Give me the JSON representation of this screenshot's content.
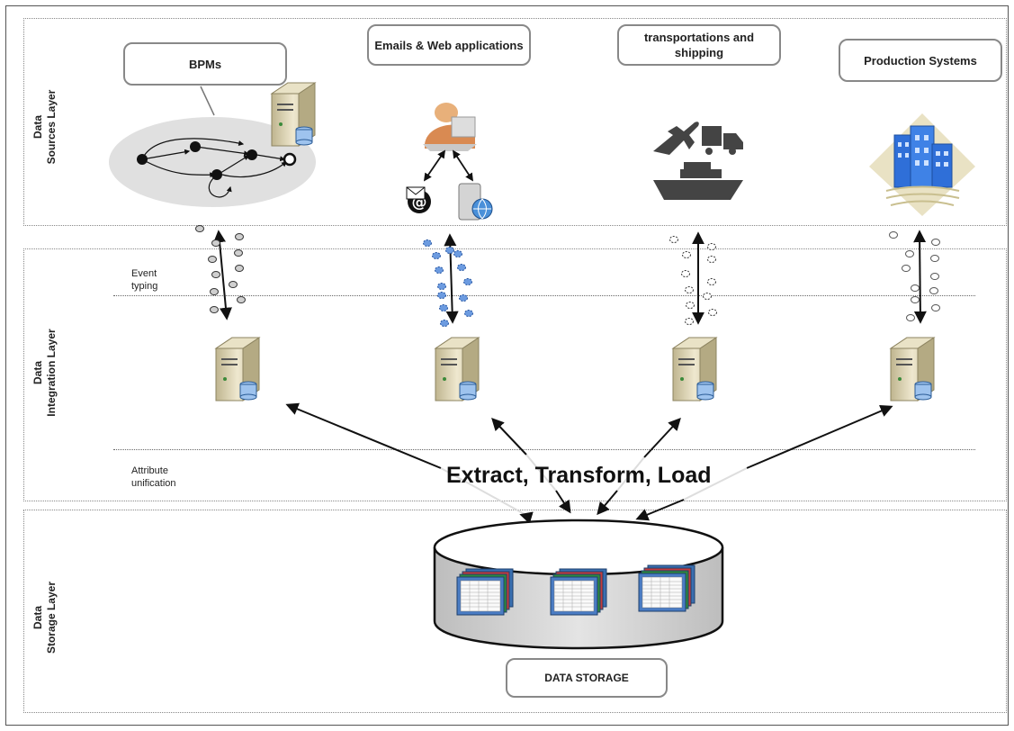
{
  "layers": {
    "sources": {
      "label": "Data\nSources Layer"
    },
    "integration": {
      "label": "Data\nIntegration Layer"
    },
    "storage": {
      "label": "Data\nStorage Layer"
    }
  },
  "sources": {
    "bpms": "BPMs",
    "emails": "Emails & Web applications",
    "transport": "transportations and shipping",
    "production": "Production Systems"
  },
  "integration": {
    "event_typing": "Event typing",
    "attribute_unification": "Attribute unification"
  },
  "etl": {
    "label": "Extract, Transform, Load"
  },
  "storage": {
    "label": "DATA STORAGE"
  },
  "colors": {
    "dot_gray": "#cfcfcf",
    "dot_blue": "#5b8fd6",
    "building_blue": "#2f6fd8",
    "server_tan": "#d8cfae"
  }
}
